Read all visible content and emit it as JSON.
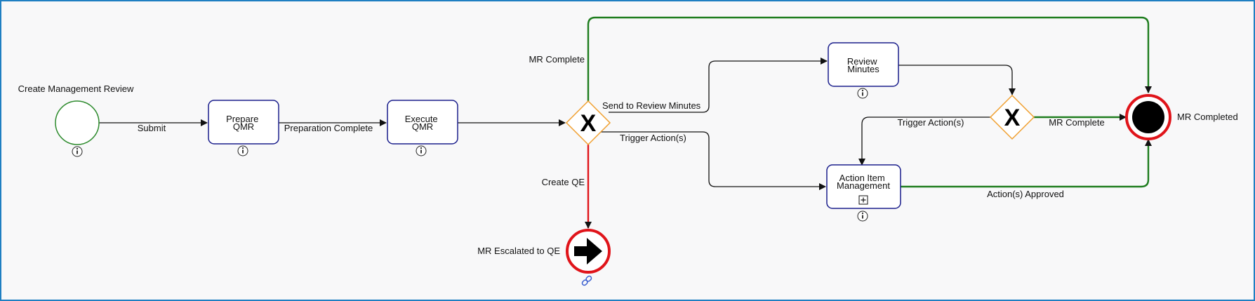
{
  "diagram": {
    "start_event": {
      "label": "Create Management Review"
    },
    "tasks": {
      "prepare": {
        "line1": "Prepare",
        "line2": "QMR"
      },
      "execute": {
        "line1": "Execute",
        "line2": "QMR"
      },
      "review": {
        "line1": "Review",
        "line2": "Minutes"
      },
      "action": {
        "line1": "Action Item",
        "line2": "Management"
      }
    },
    "flows": {
      "submit": "Submit",
      "preparation_complete": "Preparation Complete",
      "mr_complete_top": "MR Complete",
      "send_to_review": "Send to Review Minutes",
      "trigger_action_1": "Trigger Action(s)",
      "create_qe": "Create QE",
      "trigger_action_2": "Trigger Action(s)",
      "mr_complete_right": "MR Complete",
      "actions_approved": "Action(s) Approved"
    },
    "gateway_marker": "X",
    "end_events": {
      "escalated": "MR Escalated to QE",
      "completed": "MR Completed"
    },
    "colors": {
      "task_border": "#1a1e8c",
      "start_border": "#2e8b2e",
      "gateway_border": "#f0a030",
      "end_border": "#e0141a",
      "green_flow": "#1e7d1e",
      "red_flow": "#e0141a",
      "flow": "#111111",
      "info_icon": "#222222",
      "link_icon": "#3a5fd0"
    }
  }
}
